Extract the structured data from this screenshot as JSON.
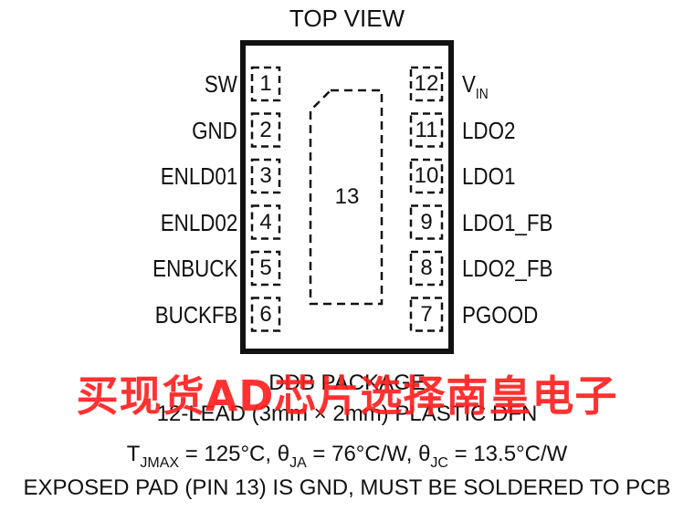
{
  "view_title": "TOP VIEW",
  "pins_left": [
    {
      "num": "1",
      "name": "SW"
    },
    {
      "num": "2",
      "name": "GND"
    },
    {
      "num": "3",
      "name": "ENLD01"
    },
    {
      "num": "4",
      "name": "ENLD02"
    },
    {
      "num": "5",
      "name": "ENBUCK"
    },
    {
      "num": "6",
      "name": "BUCKFB"
    }
  ],
  "pins_right": [
    {
      "num": "12",
      "name": "V",
      "name_sub": "IN"
    },
    {
      "num": "11",
      "name": "LDO2"
    },
    {
      "num": "10",
      "name": "LDO1"
    },
    {
      "num": "9",
      "name": "LDO1_FB"
    },
    {
      "num": "8",
      "name": "LDO2_FB"
    },
    {
      "num": "7",
      "name": "PGOOD"
    }
  ],
  "exposed_pad_number": "13",
  "package_name": "DDB PACKAGE",
  "package_desc": "12-LEAD (3mm × 2mm) PLASTIC DFN",
  "thermal": {
    "tjmax_sym": "T",
    "tjmax_sub": "JMAX",
    "tjmax_val": " = 125°C, ",
    "theta_ja_sym": "θ",
    "theta_ja_sub": "JA",
    "theta_ja_val": " = 76°C/W, ",
    "theta_jc_sym": "θ",
    "theta_jc_sub": "JC",
    "theta_jc_val": " = 13.5°C/W"
  },
  "exposed_pad_note": "EXPOSED PAD (PIN 13) IS GND, MUST BE SOLDERED TO PCB",
  "watermark": "买现货AD芯片选择南皇电子",
  "colors": {
    "ink": "#111111",
    "watermark": "#ff2020"
  }
}
